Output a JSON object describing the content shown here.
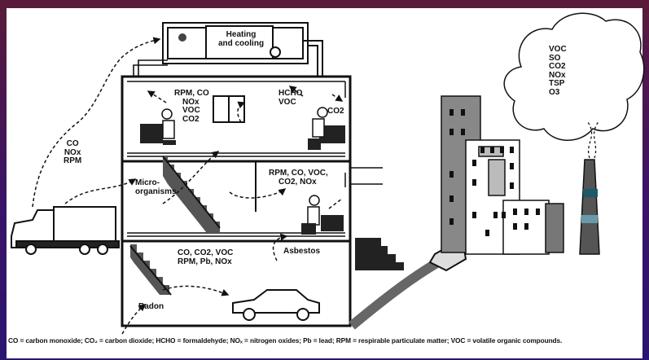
{
  "hvac": {
    "line1": "Heating",
    "line2": "and cooling"
  },
  "labels": {
    "upper_left": [
      "RPM, CO",
      "NOx",
      "VOC",
      "CO2"
    ],
    "upper_mid": [
      "HCHO",
      "VOC"
    ],
    "upper_right": [
      "CO2"
    ],
    "outside_left": [
      "CO",
      "NOx",
      "RPM"
    ],
    "micro": [
      "Micro-",
      "organisms"
    ],
    "mid_right": [
      "RPM, CO, VOC,",
      "CO2, NOx"
    ],
    "basement": [
      "CO, CO2, VOC",
      "RPM, Pb, NOx"
    ],
    "asbestos": "Asbestos",
    "radon": "Radon",
    "smoke": [
      "VOC",
      "SO",
      "CO2",
      "NOx",
      "TSP",
      "O3"
    ]
  },
  "caption": "CO = carbon monoxide; CO₂ = carbon dioxide; HCHO = formaldehyde; NOₓ = nitrogen oxides; Pb = lead; RPM = respirable particulate matter; VOC = volatile organic compounds.",
  "colors": {
    "background": "#3a1466",
    "panel": "#ffffff",
    "ink": "#111111"
  }
}
